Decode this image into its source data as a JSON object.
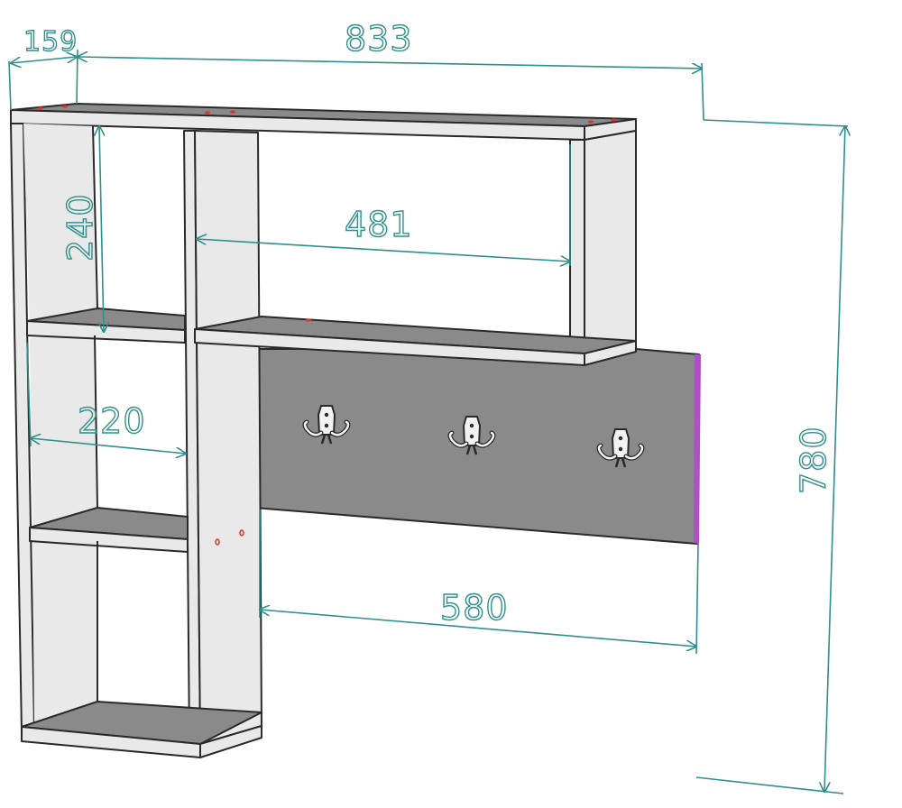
{
  "dimensions": {
    "depth": "159",
    "total_width": "833",
    "total_height": "780",
    "niche_width": "481",
    "left_niche_height": "240",
    "left_shelf_width": "220",
    "hanger_width": "580"
  },
  "colors": {
    "dimension_line": "#2f8f8c",
    "panel_light": "#e9e9e9",
    "panel_mid": "#8a8a8a",
    "panel_dark": "#6f6f6f",
    "edge": "#2a2a2a",
    "marker_red": "#e0302a",
    "edge_band_purple": "#b04fc8"
  },
  "hooks": [
    "hook-icon",
    "hook-icon",
    "hook-icon"
  ]
}
